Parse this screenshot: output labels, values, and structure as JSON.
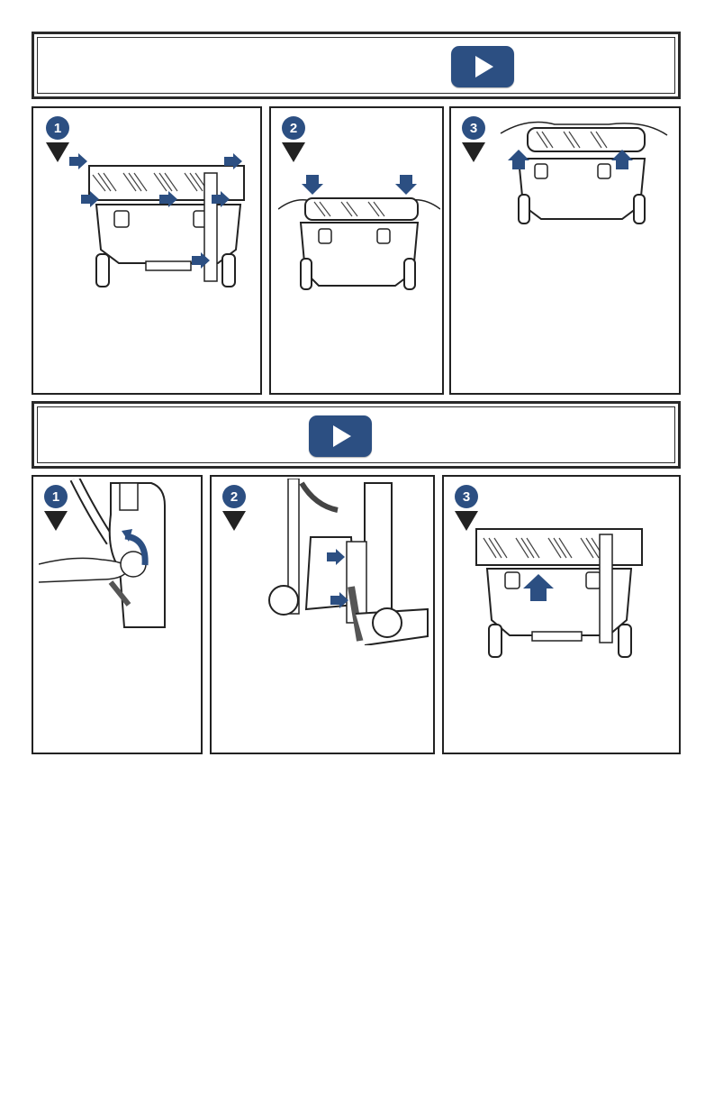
{
  "colors": {
    "accent_blue": "#2c4f82",
    "outline": "#222222",
    "background": "#ffffff"
  },
  "section1": {
    "play_icon": "play-icon",
    "steps": [
      {
        "number": "1",
        "caption": ""
      },
      {
        "number": "2",
        "caption": ""
      },
      {
        "number": "3",
        "caption": ""
      }
    ]
  },
  "section2": {
    "play_icon": "play-icon",
    "steps": [
      {
        "number": "1",
        "caption": ""
      },
      {
        "number": "2",
        "caption": ""
      },
      {
        "number": "3",
        "caption": ""
      }
    ]
  }
}
